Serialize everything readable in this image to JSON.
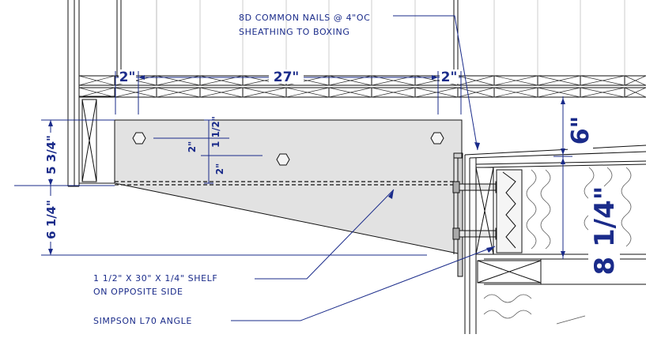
{
  "notes": {
    "nails_line1": "8D COMMON NAILS @ 4\"OC",
    "nails_line2": "SHEATHING TO BOXING",
    "shelf_line1": "1 1/2\" X 30\" X 1/4\" SHELF",
    "shelf_line2": "ON OPPOSITE SIDE",
    "angle": "SIMPSON L70 ANGLE"
  },
  "dimensions": {
    "top_left": "2\"",
    "top_mid": "27\"",
    "top_right": "2\"",
    "plate_1": "1 1/2\"",
    "plate_2": "2\"",
    "plate_3": "2\"",
    "left_upper": "5 3/4\"",
    "left_lower": "6 1/4\"",
    "right_upper": "6\"",
    "right_lower": "8 1/4\""
  },
  "colors": {
    "dimension": "#1a2b8a",
    "plate_fill": "#e2e2e2",
    "line": "#111111"
  }
}
